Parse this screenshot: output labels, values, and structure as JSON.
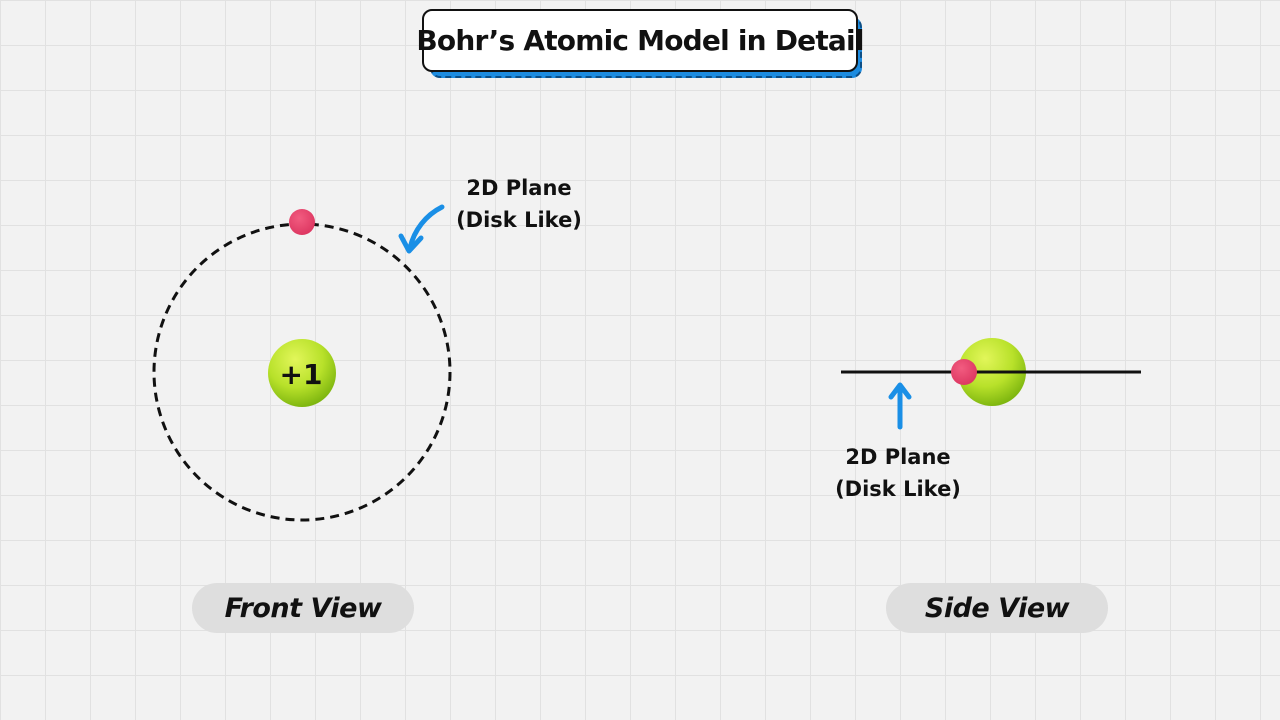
{
  "title": "Bohr’s Atomic Model in Detail",
  "front_view": {
    "nucleus_label": "+1",
    "annotation_line1": "2D Plane",
    "annotation_line2": "(Disk Like)",
    "caption": "Front View"
  },
  "side_view": {
    "annotation_line1": "2D Plane",
    "annotation_line2": "(Disk Like)",
    "caption": "Side View"
  },
  "colors": {
    "nucleus_light": "#d6f04a",
    "nucleus_dark": "#7cb60e",
    "electron": "#e8446a",
    "arrow": "#1a8fe6",
    "title_shadow": "#1d8ce0",
    "orbit": "#111111",
    "pill": "#dedede"
  }
}
